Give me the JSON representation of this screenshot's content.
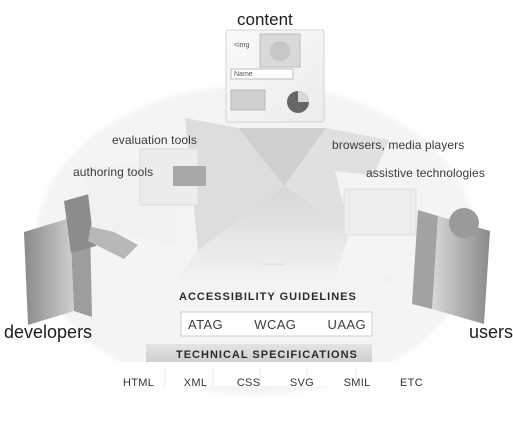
{
  "diagram": {
    "content_label": "content",
    "developers_label": "developers",
    "users_label": "users",
    "evaluation_tools_label": "evaluation tools",
    "authoring_tools_label": "authoring tools",
    "browsers_media_players_label": "browsers, media players",
    "assistive_technologies_label": "assistive technologies",
    "accessibility_guidelines_title": "ACCESSIBILITY GUIDELINES",
    "guidelines": [
      "ATAG",
      "WCAG",
      "UAAG"
    ],
    "technical_specifications_title": "TECHNICAL SPECIFICATIONS",
    "specifications": [
      "HTML",
      "XML",
      "CSS",
      "SVG",
      "SMIL",
      "ETC"
    ],
    "content_sheet": {
      "image_label": "<img",
      "name_label": "Name"
    }
  },
  "colors": {
    "light_gray": "#e2e2e2",
    "mid_gray": "#bdbdbd",
    "dark_gray": "#7b7b7b",
    "paper": "#f7f7f7",
    "panel": "#d8d8d8"
  }
}
